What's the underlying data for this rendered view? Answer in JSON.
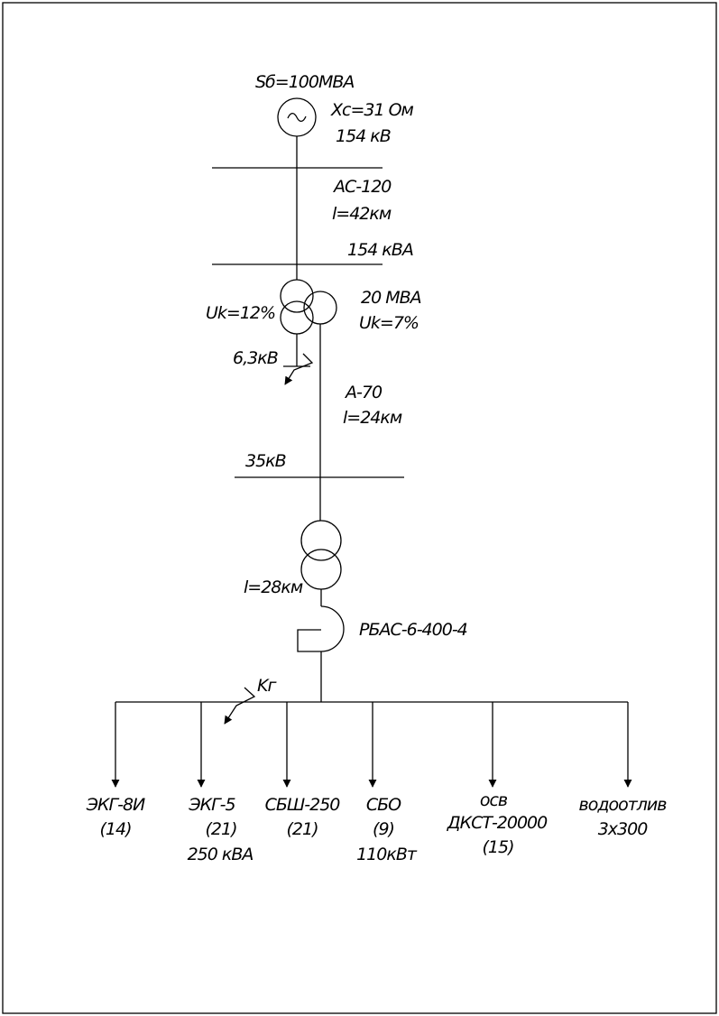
{
  "source": {
    "power": "Sб=100МВА",
    "reactance": "Xc=31 Ом",
    "voltage": "154 кВ"
  },
  "line1": {
    "type": "АС-120",
    "length": "l=42км"
  },
  "bus154": "154 кВА",
  "transformer1": {
    "uk_left": "Uk=12%",
    "rating": "20 МВА",
    "uk_right": "Uk=7%",
    "lv_voltage": "6,3кВ"
  },
  "line2": {
    "type": "А-70",
    "length": "l=24км"
  },
  "bus35": "35кВ",
  "transformer2": {
    "length": "l=28км"
  },
  "reactor": "РБАС-6-400-4",
  "fault_k2": "Kг",
  "loads": [
    {
      "lines": [
        "ЭКГ-8И",
        "(14)"
      ]
    },
    {
      "lines": [
        "ЭКГ-5",
        "(21)",
        "250 кВА"
      ]
    },
    {
      "lines": [
        "СБШ-250",
        "(21)"
      ]
    },
    {
      "lines": [
        "СБО",
        "(9)",
        "110кВт"
      ]
    },
    {
      "lines": [
        "осв",
        "ДКСТ-20000",
        "(15)"
      ]
    },
    {
      "lines": [
        "водоотлив",
        "3x300"
      ]
    }
  ]
}
